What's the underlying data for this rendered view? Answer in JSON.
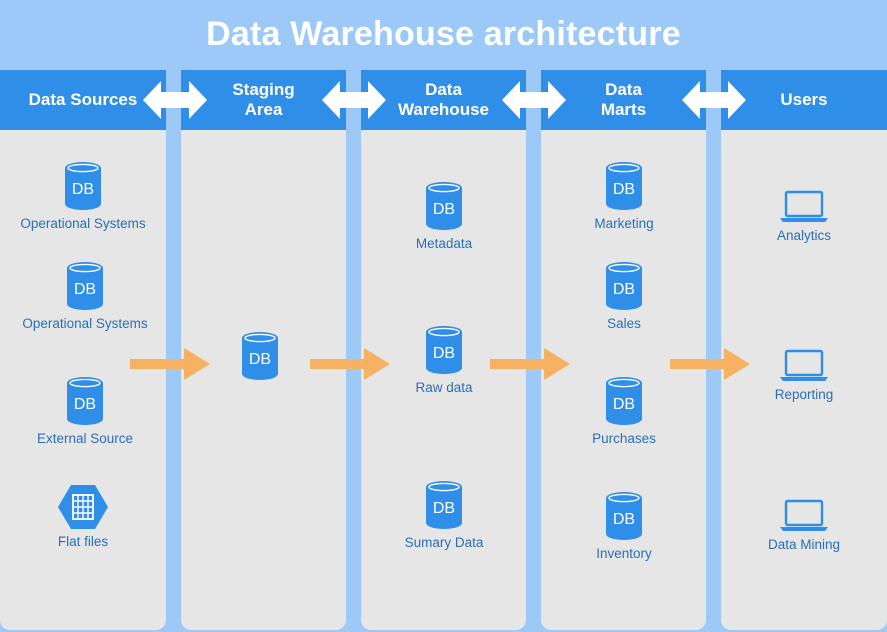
{
  "title": "Data Warehouse architecture",
  "icon_text": "DB",
  "colors": {
    "background": "#9cc9f7",
    "header": "#2f8ee8",
    "lane": "#e6e6e6",
    "icon": "#2f8ee8",
    "label": "#2a6fb6",
    "flow_arrow": "#f6b163",
    "connector": "#ffffff"
  },
  "lanes": [
    {
      "header": "Data Sources",
      "items": [
        {
          "label": "Operational Systems",
          "icon": "database-icon"
        },
        {
          "label": "Operational Systems",
          "icon": "database-icon"
        },
        {
          "label": "External Source",
          "icon": "database-icon"
        },
        {
          "label": "Flat files",
          "icon": "flat-file-icon"
        }
      ]
    },
    {
      "header": "Staging\nArea",
      "items": [
        {
          "label": "",
          "icon": "database-icon"
        }
      ]
    },
    {
      "header": "Data\nWarehouse",
      "items": [
        {
          "label": "Metadata",
          "icon": "database-icon"
        },
        {
          "label": "Raw data",
          "icon": "database-icon"
        },
        {
          "label": "Sumary Data",
          "icon": "database-icon"
        }
      ]
    },
    {
      "header": "Data\nMarts",
      "items": [
        {
          "label": "Marketing",
          "icon": "database-icon"
        },
        {
          "label": "Sales",
          "icon": "database-icon"
        },
        {
          "label": "Purchases",
          "icon": "database-icon"
        },
        {
          "label": "Inventory",
          "icon": "database-icon"
        }
      ]
    },
    {
      "header": "Users",
      "items": [
        {
          "label": "Analytics",
          "icon": "laptop-icon"
        },
        {
          "label": "Reporting",
          "icon": "laptop-icon"
        },
        {
          "label": "Data Mining",
          "icon": "laptop-icon"
        }
      ]
    }
  ]
}
